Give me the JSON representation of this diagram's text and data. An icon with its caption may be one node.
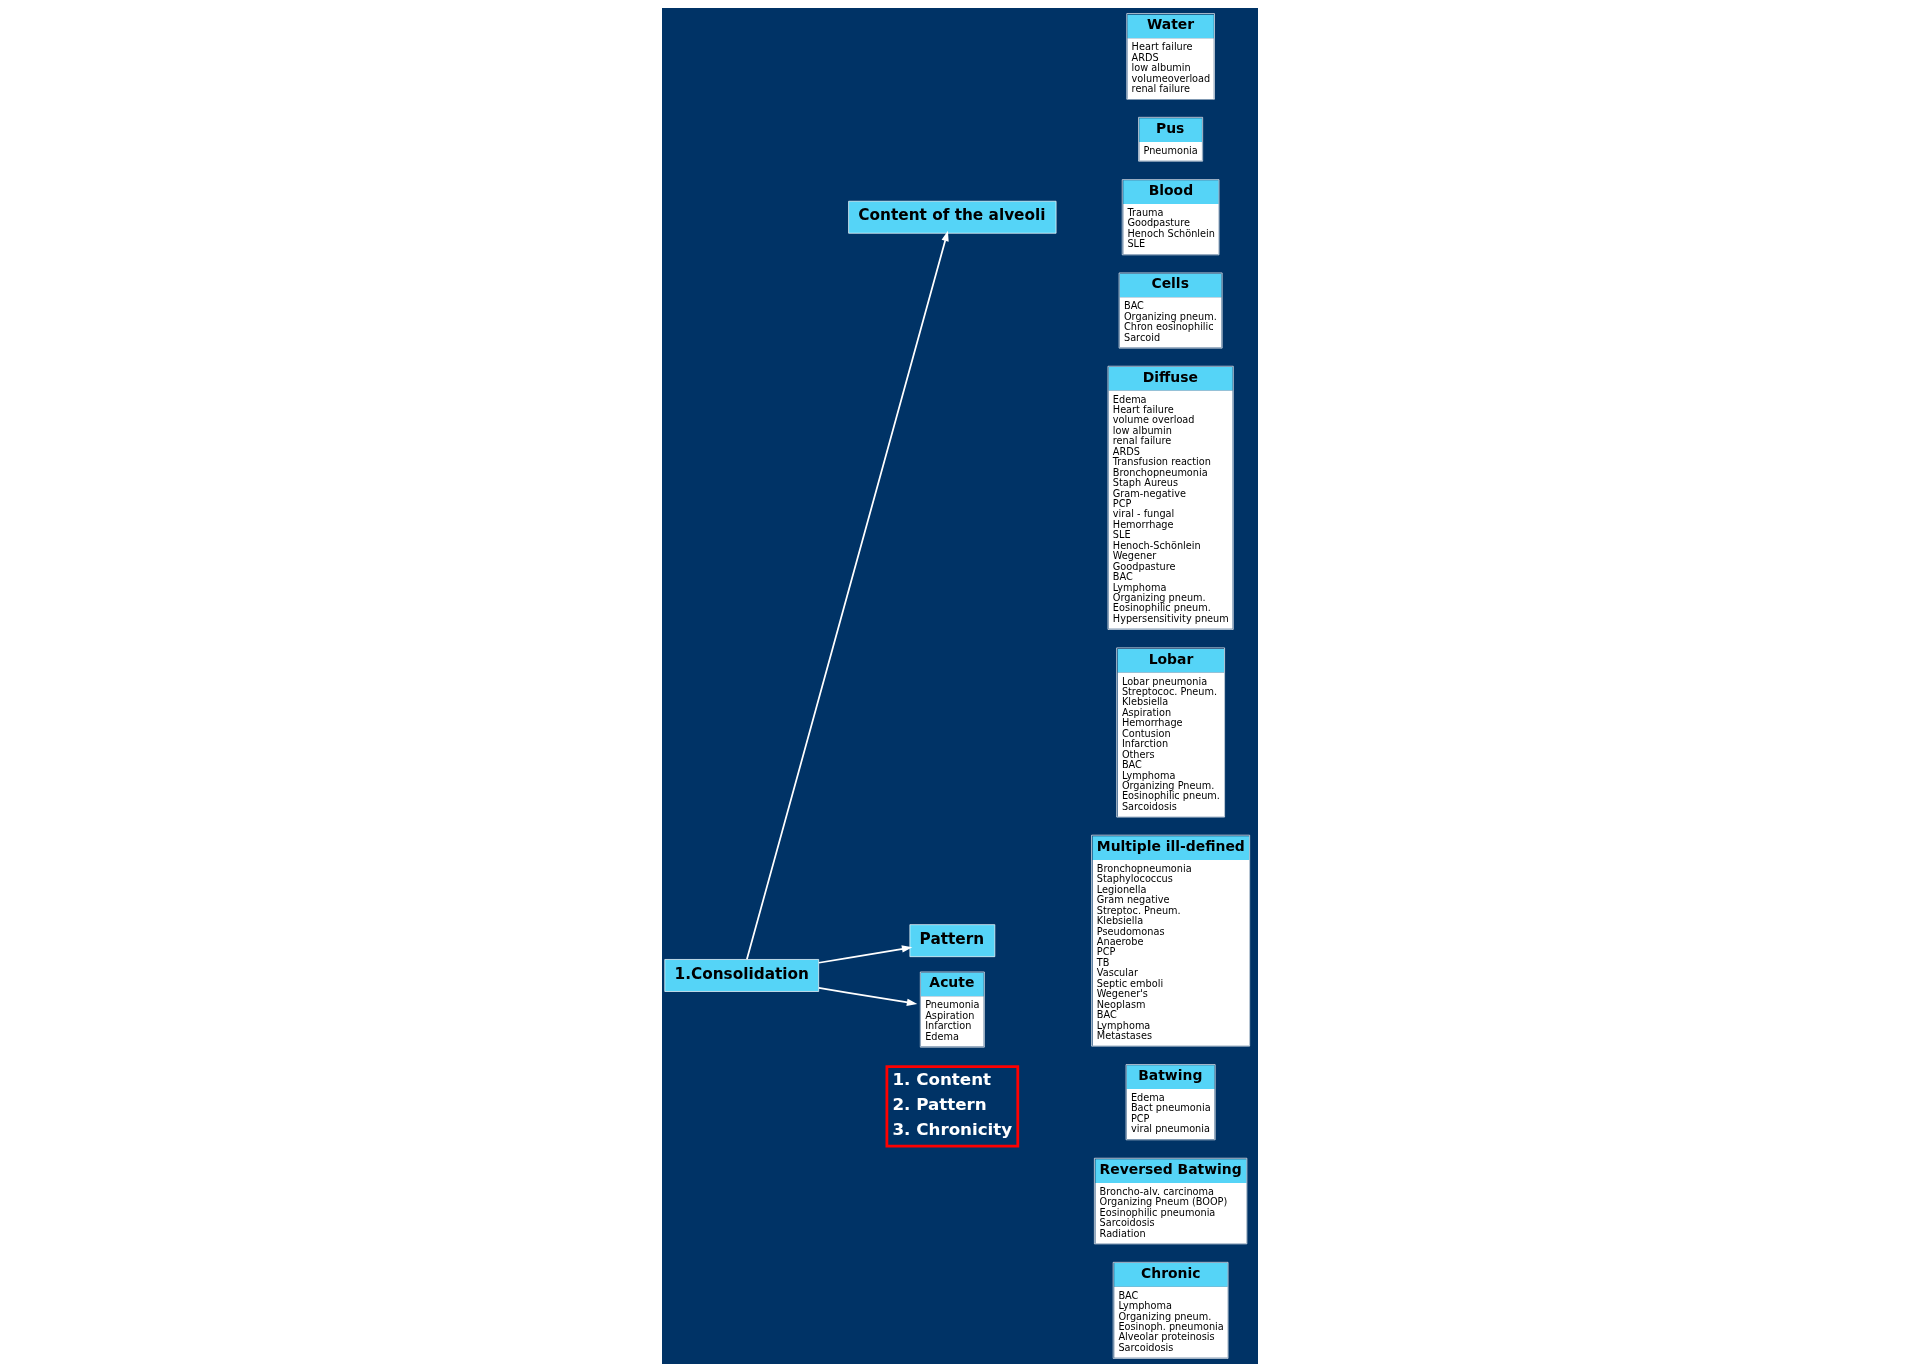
{
  "diagram": {
    "nodes": [
      {
        "text": [
          "1.Consolidation"
        ]
      },
      {
        "text": [
          "Content of the alveoli"
        ]
      },
      {
        "text": [
          "Pattern"
        ]
      },
      {
        "text": [
          "Water",
          "Heart failure",
          "ARDS",
          "low albumin",
          "volumeoverload",
          "renal failure"
        ]
      },
      {
        "text": [
          "Pus",
          "Pneumonia"
        ]
      },
      {
        "text": [
          "Blood",
          "Trauma",
          "Goodpasture",
          "Henoch Schönlein",
          "SLE"
        ]
      },
      {
        "text": [
          "Cells",
          "BAC",
          "Organizing pneum.",
          "Chron eosinophilic",
          "Sarcoid"
        ]
      },
      {
        "text": [
          "Diffuse",
          "Edema",
          "Heart failure",
          "volume overload",
          "low albumin",
          "renal failure",
          "ARDS",
          "Transfusion reaction",
          "Bronchopneumonia",
          "Staph Aureus",
          "Gram-negative",
          "PCP",
          "viral - fungal",
          "Hemorrhage",
          "SLE",
          "Henoch-Schönlein",
          "Wegener",
          "Goodpasture",
          "BAC",
          "Lymphoma",
          "Organizing pneum.",
          "Eosinophilic pneum.",
          "Hypersensitivity pneum"
        ]
      },
      {
        "text": [
          "Lobar",
          "Lobar pneumonia",
          "Streptococ. Pneum.",
          "Klebsiella",
          "Aspiration",
          "Hemorrhage",
          "Contusion",
          "Infarction",
          "Others",
          "BAC",
          "Lymphoma",
          "Organizing Pneum.",
          "Eosinophilic pneum.",
          "Sarcoidosis"
        ]
      },
      {
        "text": [
          "Multiple ill-defined",
          "Bronchopneumonia",
          "Staphylococcus",
          "Legionella",
          "Gram negative",
          "Streptoc. Pneum.",
          "Klebsiella",
          "Pseudomonas",
          "Anaerobe",
          "PCP",
          "TB",
          "Vascular",
          "Septic emboli",
          "Wegener's",
          "Neoplasm",
          "BAC",
          "Lymphoma",
          "Metastases"
        ]
      },
      {
        "text": [
          "Batwing",
          "Edema",
          "Bact pneumonia",
          "PCP",
          "viral pneumonia"
        ]
      },
      {
        "text": [
          "Reversed Batwing",
          "Broncho-alv. carcinoma",
          "Organizing Pneum (BOOP)",
          "Eosinophilic pneumonia",
          "Sarcoidosis",
          "Radiation"
        ]
      },
      {
        "text": [
          "Acute",
          "Pneumonia",
          "Aspiration",
          "Infarction",
          "Edema"
        ]
      },
      {
        "text": [
          "Chronic",
          "BAC",
          "Lymphoma",
          "Organizing pneum.",
          "Eosinoph. pneumonia",
          "Alveolar proteinosis",
          "Sarcoidosis"
        ]
      }
    ],
    "edges": [
      {
        "from": 0,
        "to": 1,
        "arrow": "to"
      },
      {
        "from": 0,
        "to": 2,
        "arrow": "to"
      },
      {
        "from": 0,
        "to": 12,
        "arrow": "to"
      }
    ],
    "labels": [
      "1. Content",
      "2. Pattern",
      "3. Chronicity"
    ]
  }
}
